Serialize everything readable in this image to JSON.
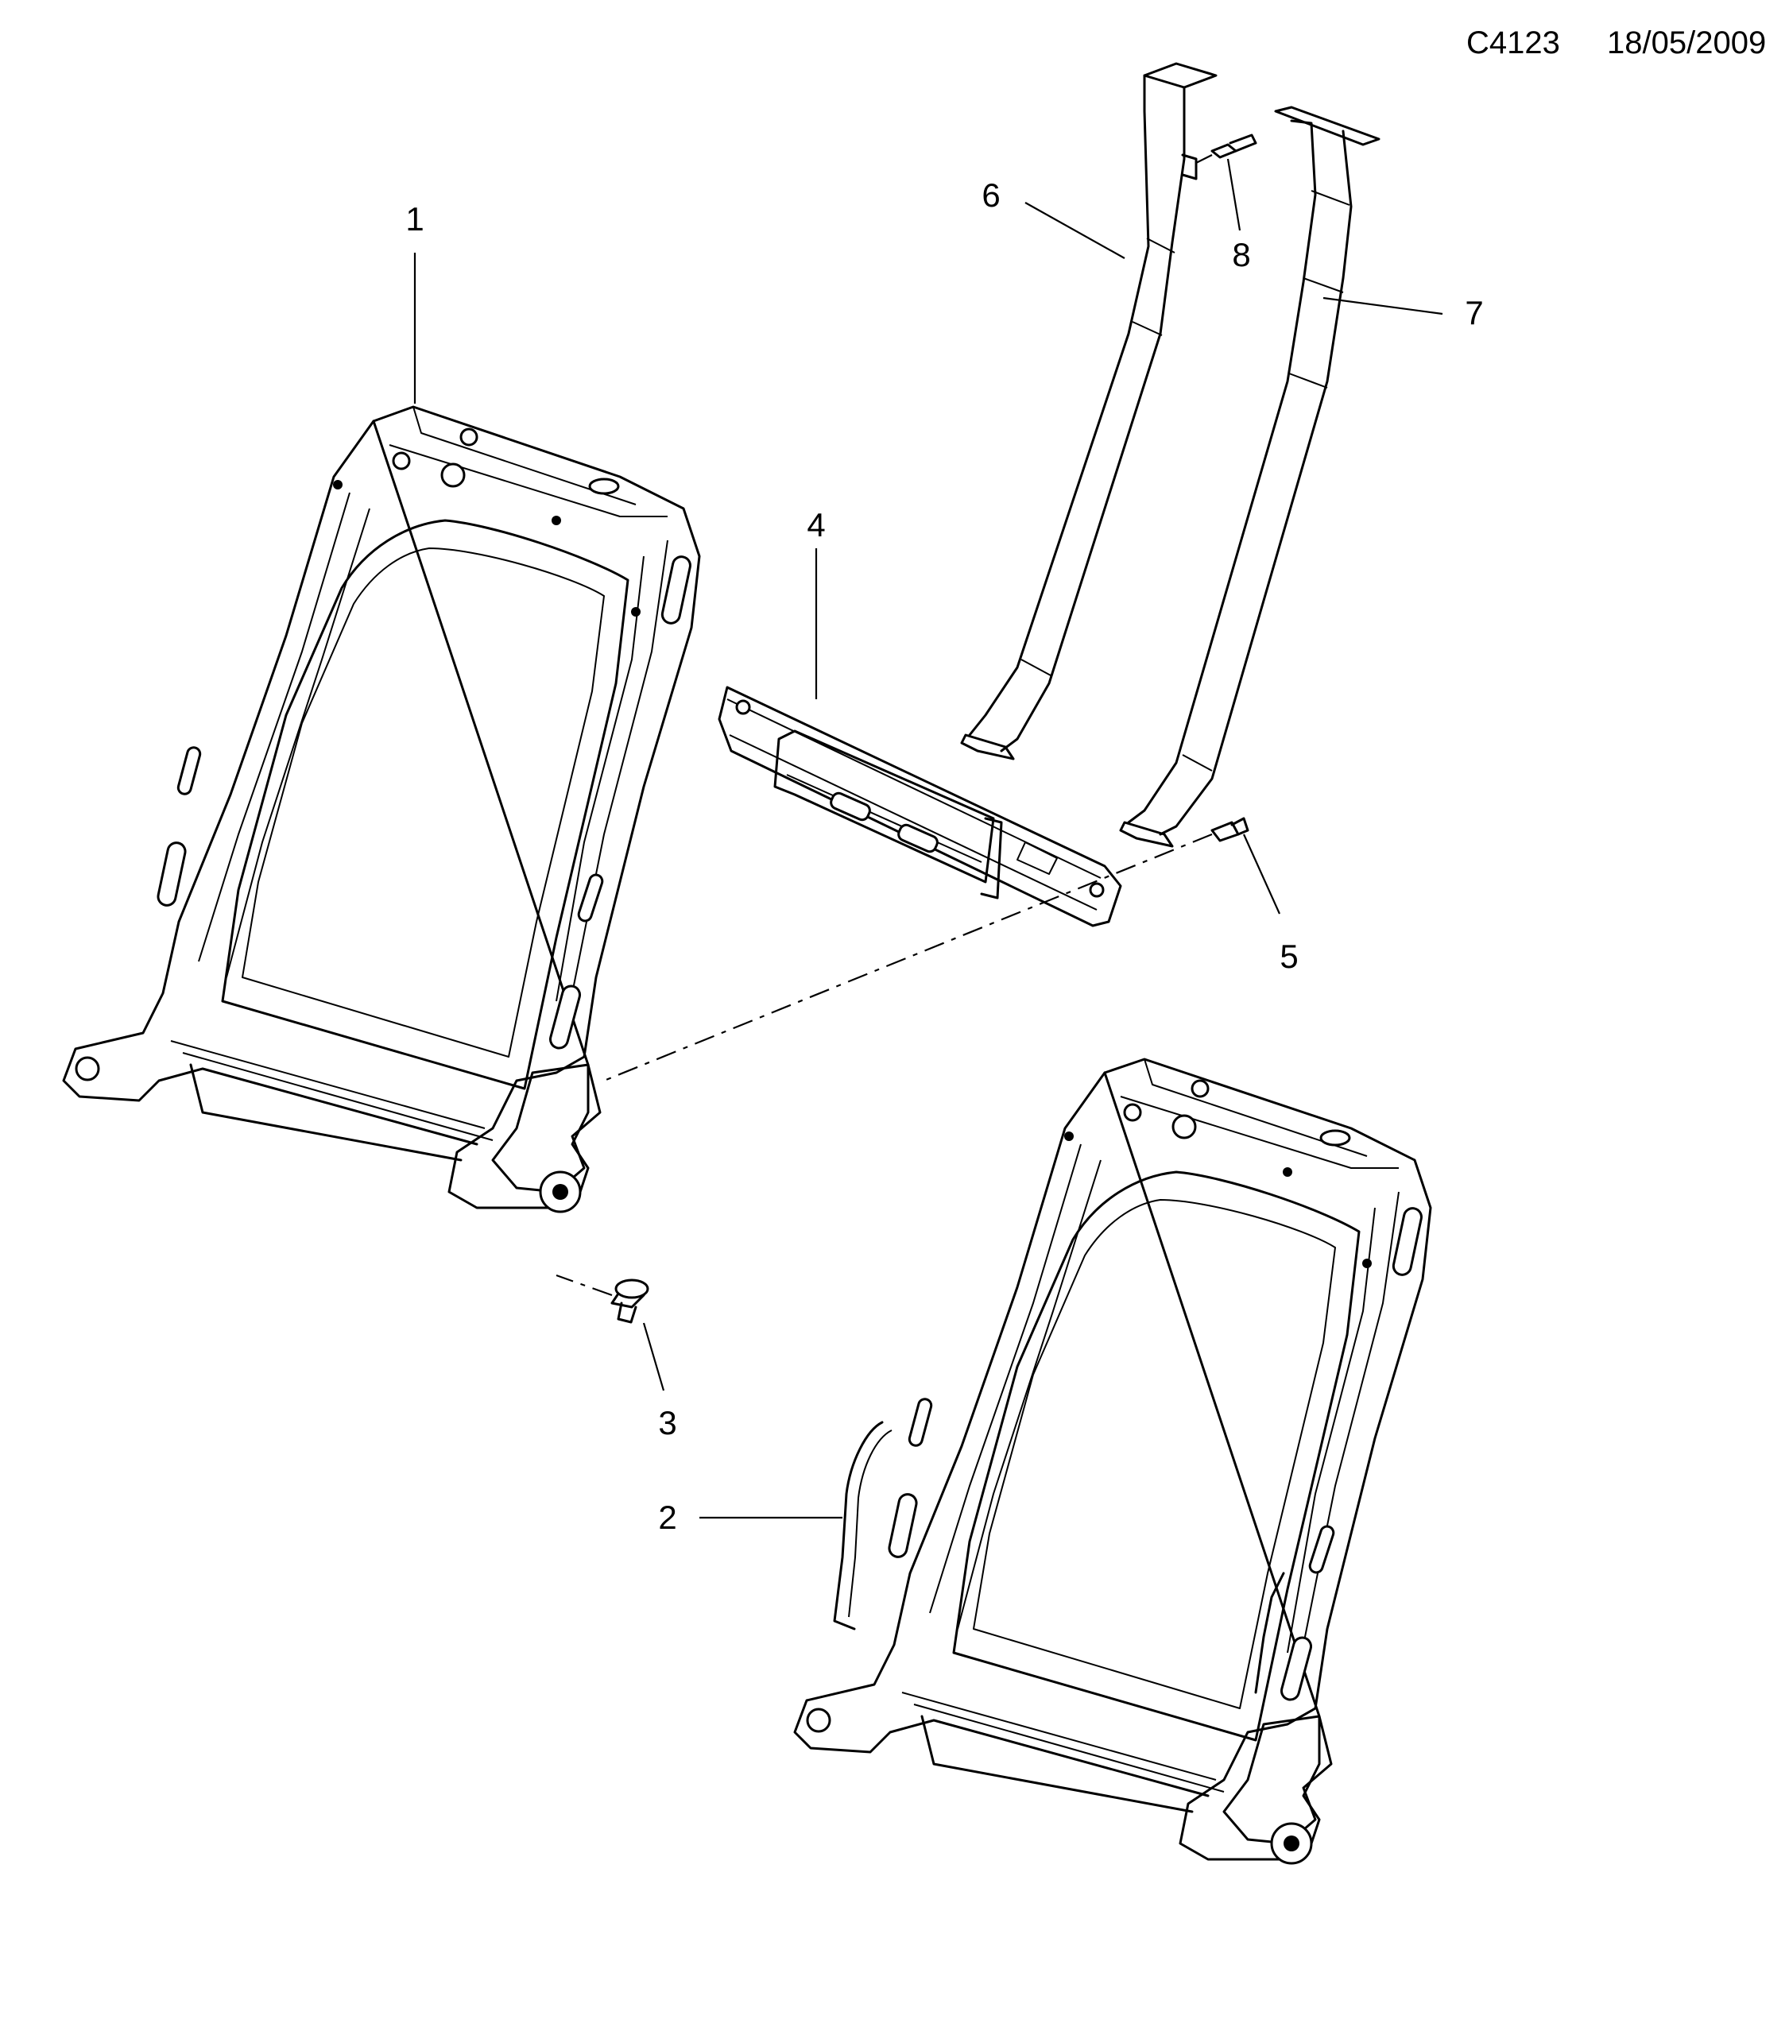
{
  "header": {
    "reference": "C4123",
    "date": "18/05/2009"
  },
  "callouts": [
    {
      "id": "1",
      "label": "1"
    },
    {
      "id": "2",
      "label": "2"
    },
    {
      "id": "3",
      "label": "3"
    },
    {
      "id": "4",
      "label": "4"
    },
    {
      "id": "5",
      "label": "5"
    },
    {
      "id": "6",
      "label": "6"
    },
    {
      "id": "7",
      "label": "7"
    },
    {
      "id": "8",
      "label": "8"
    }
  ]
}
